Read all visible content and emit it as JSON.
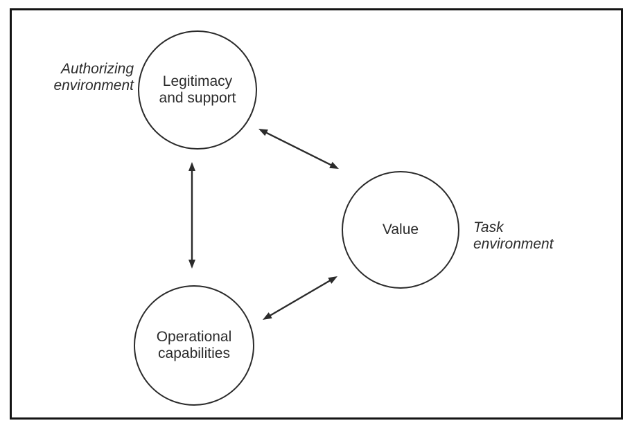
{
  "figure": {
    "background_color": "#ffffff",
    "ink_color": "#2b2b2b",
    "frame_color": "#141414"
  },
  "nodes": {
    "legitimacy": {
      "label": "Legitimacy and support"
    },
    "value": {
      "label": "Value"
    },
    "operational": {
      "label": "Operational capabilities"
    }
  },
  "annotations": {
    "authorizing": "Authorizing environment",
    "task": "Task environment"
  },
  "connections": [
    {
      "from": "Legitimacy and support",
      "to": "Operational capabilities",
      "type": "bidirectional"
    },
    {
      "from": "Legitimacy and support",
      "to": "Value",
      "type": "bidirectional"
    },
    {
      "from": "Operational capabilities",
      "to": "Value",
      "type": "bidirectional"
    }
  ]
}
